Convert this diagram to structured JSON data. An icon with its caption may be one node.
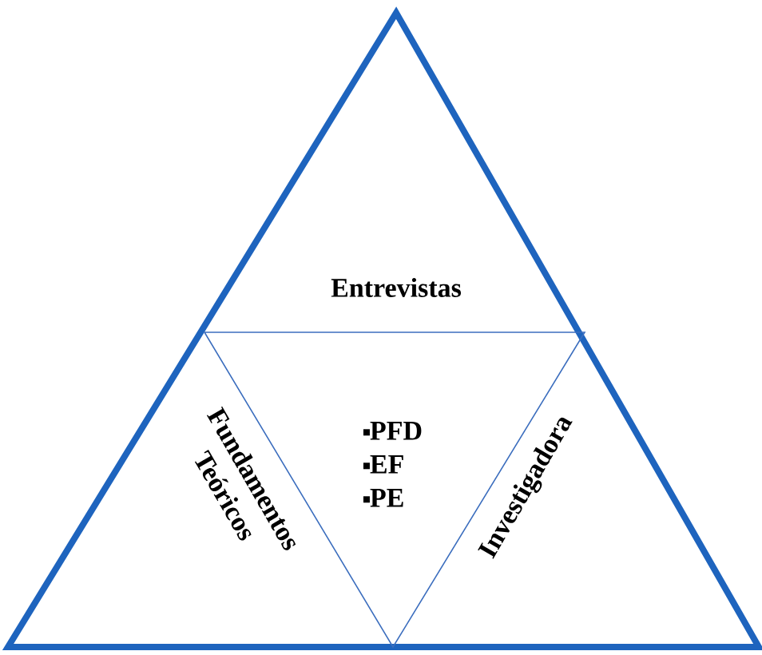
{
  "diagram": {
    "nodes": [
      {
        "text": [
          "Entrevistas"
        ]
      },
      {
        "text": [
          "Fundamentos Teóricos"
        ]
      },
      {
        "text": [
          "PFD",
          "EF",
          "PE"
        ]
      },
      {
        "text": [
          "Investigadora"
        ]
      }
    ]
  }
}
